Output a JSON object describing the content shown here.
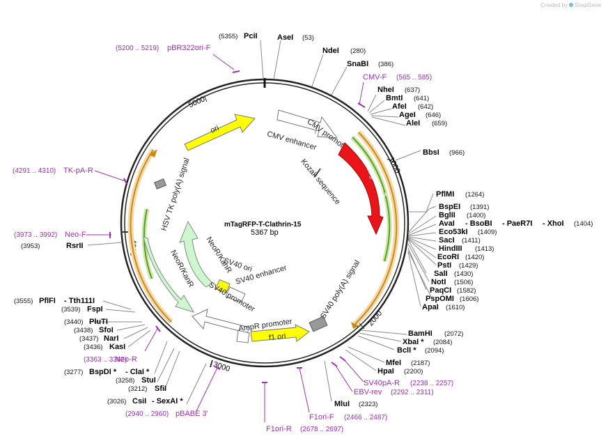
{
  "credit": {
    "created_by": "Created by",
    "brand": "SnapGene"
  },
  "plasmid": {
    "name": "mTagRFP-T-Clathrin-15",
    "size": "5367 bp"
  },
  "ticks": [
    "1000",
    "2000",
    "3000",
    "4000",
    "5000"
  ],
  "features": {
    "cmv_enhancer": "CMV enhancer",
    "cmv_promoter": "CMV promoter",
    "tagrfp": "TagRFP-T",
    "kozak": "Kozak sequence",
    "ori": "ori",
    "hsv": "HSV TK poly(A) signal",
    "neor_inner": "NeoR/KanR",
    "neor_outer": "NeoR/KanR",
    "sv40_ori": "SV40 ori",
    "sv40_enh": "SV40 enhancer",
    "sv40_prom": "SV40 promoter",
    "ampr_prom": "AmpR promoter",
    "f1ori": "f1 ori",
    "sv40_polya": "SV40 poly(A) signal"
  },
  "sites": {
    "pcii": {
      "name": "PciI",
      "pos": "(5355)"
    },
    "asei": {
      "name": "AseI",
      "pos": "(53)"
    },
    "ndei": {
      "name": "NdeI",
      "pos": "(280)"
    },
    "snabi": {
      "name": "SnaBI",
      "pos": "(386)"
    },
    "nhei": {
      "name": "NheI",
      "pos": "(637)"
    },
    "bmti": {
      "name": "BmtI",
      "pos": "(641)"
    },
    "afei": {
      "name": "AfeI",
      "pos": "(642)"
    },
    "agei": {
      "name": "AgeI",
      "pos": "(646)"
    },
    "alei": {
      "name": "AleI",
      "pos": "(659)"
    },
    "bbsi": {
      "name": "BbsI",
      "pos": "(966)"
    },
    "pflmi": {
      "name": "PflMI",
      "pos": "(1264)"
    },
    "bspei": {
      "name": "BspEI",
      "pos": "(1391)"
    },
    "bglii": {
      "name": "BglII",
      "pos": "(1400)"
    },
    "avai": {
      "name": "AvaI",
      "sep1": "- BsoBI",
      "sep2": "- PaeR7I",
      "sep3": "- XhoI",
      "pos": "(1404)"
    },
    "eco53ki": {
      "name": "Eco53kI",
      "pos": "(1409)"
    },
    "saci": {
      "name": "SacI",
      "pos": "(1411)"
    },
    "hindiii": {
      "name": "HindIII",
      "pos": "(1413)"
    },
    "ecori": {
      "name": "EcoRI",
      "pos": "(1420)"
    },
    "psti": {
      "name": "PstI",
      "pos": "(1429)"
    },
    "sali": {
      "name": "SalI",
      "pos": "(1430)"
    },
    "noti": {
      "name": "NotI",
      "pos": "(1506)"
    },
    "paqci": {
      "name": "PaqCI",
      "pos": "(1582)"
    },
    "pspomi": {
      "name": "PspOMI",
      "pos": "(1606)"
    },
    "apai": {
      "name": "ApaI",
      "pos": "(1610)"
    },
    "bamhi": {
      "name": "BamHI",
      "pos": "(2072)"
    },
    "xbai": {
      "name": "XbaI *",
      "pos": "(2084)"
    },
    "bcli": {
      "name": "BclI *",
      "pos": "(2094)"
    },
    "mfei": {
      "name": "MfeI",
      "pos": "(2187)"
    },
    "hpai": {
      "name": "HpaI",
      "pos": "(2200)"
    },
    "mlui": {
      "name": "MluI",
      "pos": "(2323)"
    },
    "csii": {
      "name": "CsiI",
      "sep": "- SexAI *",
      "pos": "(3026)"
    },
    "sfii": {
      "name": "SfiI",
      "pos": "(3212)"
    },
    "stui": {
      "name": "StuI",
      "pos": "(3258)"
    },
    "bspdi": {
      "name": "BspDI *",
      "sep": "- ClaI *",
      "pos": "(3277)"
    },
    "kasi": {
      "name": "KasI",
      "pos": "(3436)"
    },
    "nari": {
      "name": "NarI",
      "pos": "(3437)"
    },
    "sfoi": {
      "name": "SfoI",
      "pos": "(3438)"
    },
    "pluti": {
      "name": "PluTI",
      "pos": "(3440)"
    },
    "fspi": {
      "name": "FspI",
      "pos": "(3539)"
    },
    "pflfi": {
      "name": "PflFI",
      "sep": "- Tth111I",
      "pos": "(3555)"
    },
    "rsrii": {
      "name": "RsrII",
      "pos": "(3953)"
    }
  },
  "primers": {
    "pbr322": {
      "range": "(5200 .. 5219)",
      "name": "pBR322ori-F"
    },
    "cmvf": {
      "name": "CMV-F",
      "range": "(565 .. 585)"
    },
    "tkpa": {
      "range": "(4291 .. 4310)",
      "name": "TK-pA-R"
    },
    "neof": {
      "range": "(3973 .. 3992)",
      "name": "Neo-F"
    },
    "neor": {
      "range": "(3363 .. 3382)",
      "name": "Neo-R"
    },
    "pbabe": {
      "range": "(2940 .. 2960)",
      "name": "pBABE 3'"
    },
    "f1orir": {
      "name": "F1ori-R",
      "range": "(2678 .. 2697)"
    },
    "f1orif": {
      "name": "F1ori-F",
      "range": "(2466 .. 2487)"
    },
    "ebv": {
      "name": "EBV-rev",
      "range": "(2292 .. 2311)"
    },
    "sv40pa": {
      "name": "SV40pA-R",
      "range": "(2238 .. 2257)"
    }
  },
  "colors": {
    "tagrfp": "#e8151b",
    "yellow": "#ffff00",
    "neor": "#cdf7cd",
    "orf_orange": "#f0c080",
    "orf_green": "#8bc34a",
    "primer": "#9b2fae"
  }
}
